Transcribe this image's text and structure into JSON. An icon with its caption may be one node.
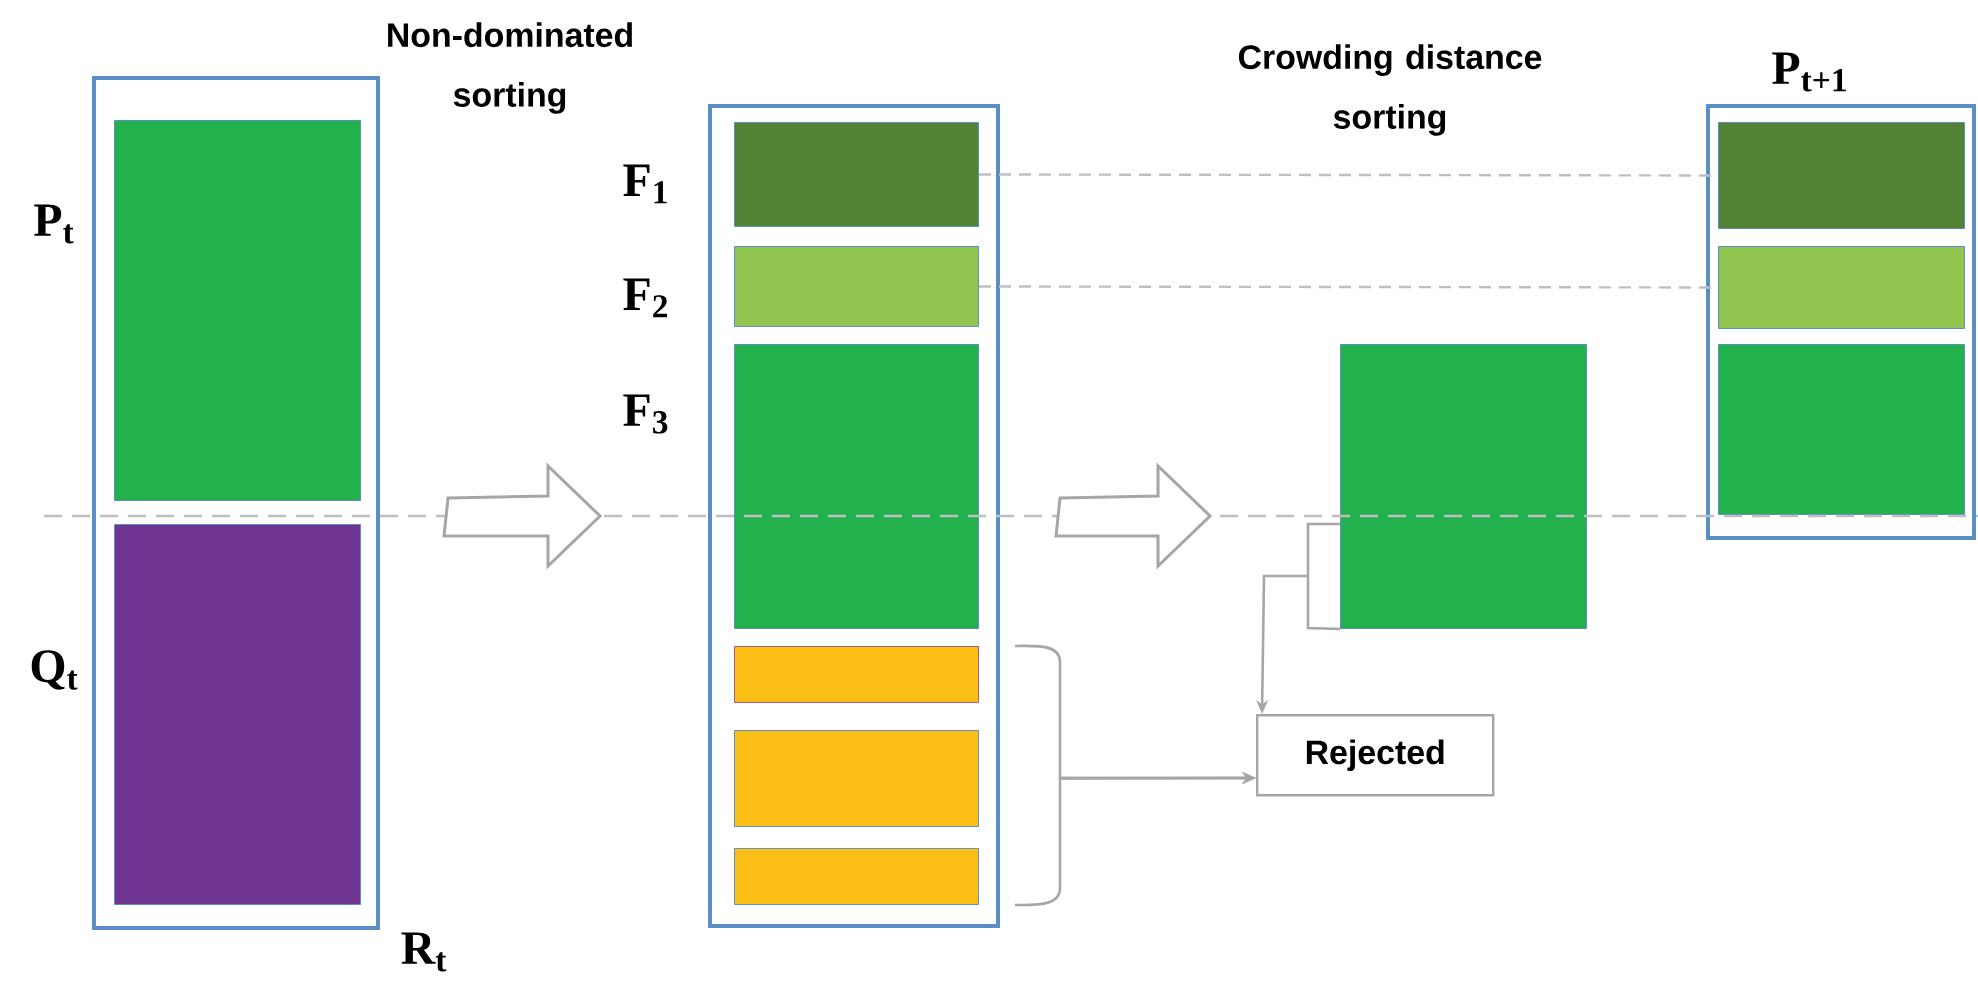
{
  "diagram": {
    "nodes": [
      {
        "text": [
          "R$_{t}$"
        ]
      },
      {
        "text": [
          "P$_{t}$"
        ],
        "in": 0
      },
      {
        "text": [
          "Q$_{t}$"
        ],
        "in": 0
      },
      {
        "text": [],
        "shape": "box"
      },
      {
        "text": [
          "F$_{1}$"
        ],
        "in": 3
      },
      {
        "text": [
          "F$_{2}$"
        ],
        "in": 3
      },
      {
        "text": [
          "F$_{3}$"
        ],
        "in": 3
      },
      {
        "text": [],
        "shape": "box",
        "in": 3
      },
      {
        "text": [],
        "shape": "box",
        "in": 3
      },
      {
        "text": [],
        "shape": "box",
        "in": 3
      },
      {
        "text": [],
        "shape": "box"
      },
      {
        "text": [
          "Rejected"
        ]
      },
      {
        "text": [
          "P$_{t+1}$"
        ]
      },
      {
        "text": [],
        "shape": "box",
        "in": 12
      },
      {
        "text": [],
        "shape": "box",
        "in": 12
      },
      {
        "text": [],
        "shape": "box",
        "in": 12
      }
    ],
    "edges": [
      {
        "from": 0,
        "to": 3,
        "arrow": "to"
      },
      {
        "from": 3,
        "to": 10,
        "arrow": "to"
      },
      {
        "from": 4,
        "to": 13,
        "arrow": "none",
        "style": "dashed"
      },
      {
        "from": 5,
        "to": 14,
        "arrow": "none",
        "style": "dashed"
      },
      {
        "from": 7,
        "to": 11,
        "arrow": "to"
      },
      {
        "from": 8,
        "to": 11,
        "arrow": "to"
      },
      {
        "from": 9,
        "to": 11,
        "arrow": "to"
      },
      {
        "from": 10,
        "to": 11,
        "arrow": "to"
      }
    ],
    "labels": [
      "Non-dominated sorting",
      "Crowding distance sorting"
    ]
  }
}
